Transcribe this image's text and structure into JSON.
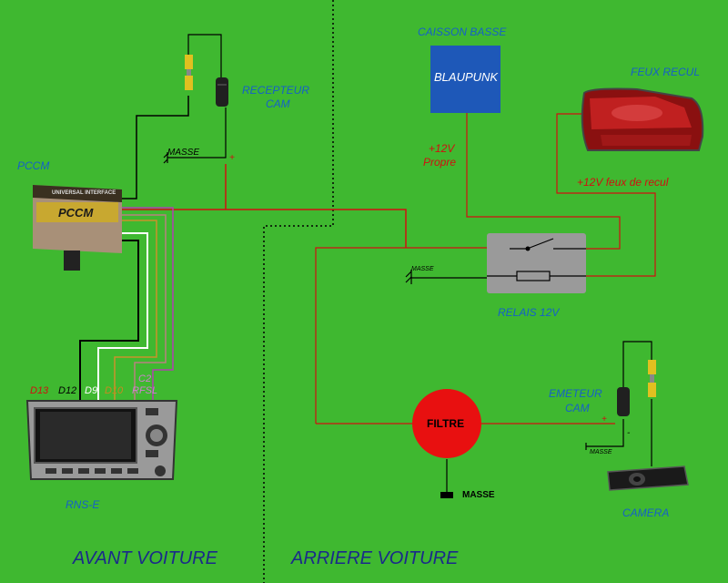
{
  "colors": {
    "background": "#3fb830",
    "red_wire": "#d01010",
    "label_blue": "#1560c8"
  },
  "devices": {
    "caisson_basse": {
      "title": "CAISSON BASSE",
      "brand": "BLAUPUNK"
    },
    "feux_recul": {
      "title": "FEUX RECUL"
    },
    "recepteur": {
      "title_line1": "RECEPTEUR",
      "title_line2": "CAM"
    },
    "pccm": {
      "title": "PCCM",
      "box_top": "UNIVERSAL INTERFACE",
      "box_logo": "PCCM"
    },
    "relais": {
      "title": "RELAIS 12V"
    },
    "emetteur": {
      "title_line1": "EMETEUR",
      "title_line2": "CAM"
    },
    "filtre": {
      "title": "FILTRE"
    },
    "camera": {
      "title": "CAMERA"
    },
    "rns": {
      "title": "RNS-E"
    }
  },
  "wire_labels": {
    "plus12_propre_1": "+12V",
    "plus12_propre_2": "Propre",
    "plus12_recul": "+12V feux de recul",
    "masse_recepteur": "MASSE",
    "masse_relais": "MASSE",
    "masse_filtre": "MASSE",
    "masse_emetteur": "MASSE",
    "plus_recepteur": "+",
    "plus_emetteur": "+",
    "minus_emetteur": "-"
  },
  "rns_pins": {
    "d13": "D13",
    "d12": "D12",
    "d9": "D9",
    "d10": "D10",
    "c2": "C2",
    "rfsl": "RFSL"
  },
  "zones": {
    "front": "AVANT VOITURE",
    "rear": "ARRIERE VOITURE"
  }
}
